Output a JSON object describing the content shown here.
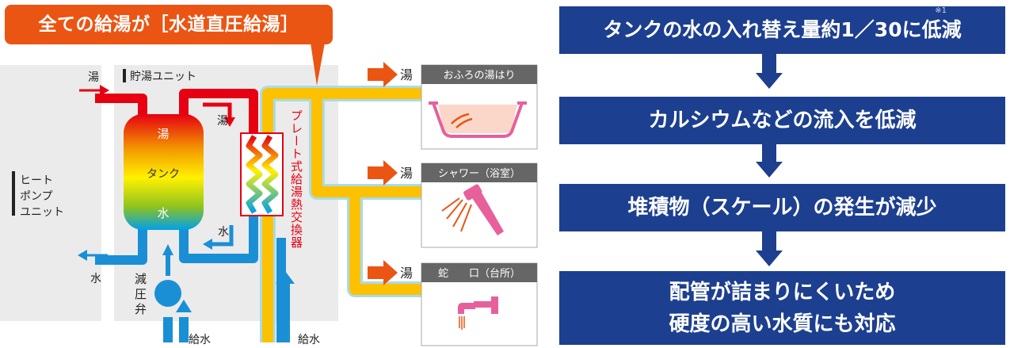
{
  "callout": {
    "text": "全ての給湯が［水道直圧給湯］"
  },
  "diagram": {
    "heat_pump_label": [
      "ヒート",
      "ポンプ",
      "ユニット"
    ],
    "storage_unit_label": "貯湯ユニット",
    "tank_labels": {
      "hot": "湯",
      "tank": "タンク",
      "water": "水"
    },
    "exchanger_label": "プレート式給湯熱交換器",
    "pressure_valve_label": [
      "減",
      "圧",
      "弁"
    ],
    "pipe_labels": {
      "hot_in": "湯",
      "water_out": "水",
      "hot_to_exchanger": "湯",
      "water_from_exchanger": "水",
      "feed_left": "給水",
      "feed_right": "給水"
    },
    "outlets": [
      {
        "arrow_label": "湯",
        "title": "おふろの湯はり",
        "icon": "bathtub-icon"
      },
      {
        "arrow_label": "湯",
        "title": "シャワー（浴室）",
        "icon": "shower-icon"
      },
      {
        "arrow_label": "湯",
        "title": "蛇　　口（台所）",
        "icon": "faucet-icon"
      }
    ],
    "colors": {
      "hot": "#e60012",
      "cold": "#1a8fd6",
      "supply": "#fcc100",
      "accent": "#ea5514"
    }
  },
  "steps": [
    {
      "text": "タンクの水の入れ替え量約1／30に低減",
      "note": "※1"
    },
    {
      "text": "カルシウムなどの流入を低減"
    },
    {
      "text": "堆積物（スケール）の発生が減少"
    },
    {
      "line1": "配管が詰まりにくいため",
      "line2": "硬度の高い水質にも対応"
    }
  ]
}
